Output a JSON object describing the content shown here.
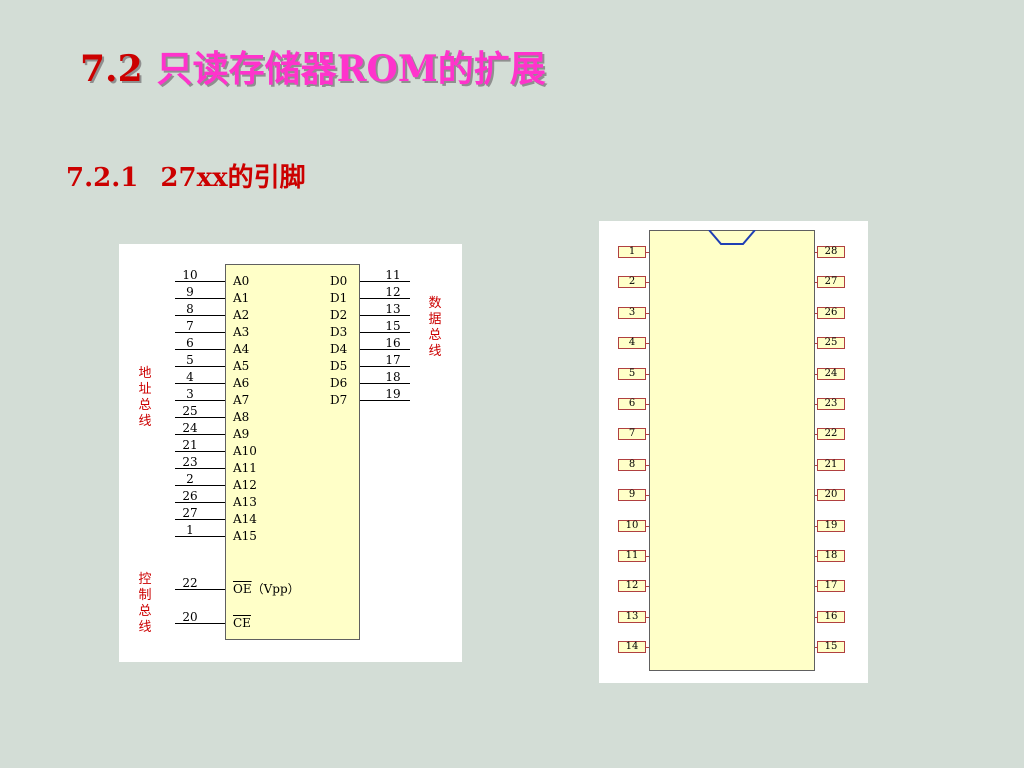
{
  "slide": {
    "title_number": "7.2",
    "title_text": "只读存储器ROM的扩展",
    "subtitle_number": "7.2.1",
    "subtitle_text": "27xx的引脚"
  },
  "pin_diagram": {
    "address_pins": [
      {
        "pin": "10",
        "name": "A0"
      },
      {
        "pin": "9",
        "name": "A1"
      },
      {
        "pin": "8",
        "name": "A2"
      },
      {
        "pin": "7",
        "name": "A3"
      },
      {
        "pin": "6",
        "name": "A4"
      },
      {
        "pin": "5",
        "name": "A5"
      },
      {
        "pin": "4",
        "name": "A6"
      },
      {
        "pin": "3",
        "name": "A7"
      },
      {
        "pin": "25",
        "name": "A8"
      },
      {
        "pin": "24",
        "name": "A9"
      },
      {
        "pin": "21",
        "name": "A10"
      },
      {
        "pin": "23",
        "name": "A11"
      },
      {
        "pin": "2",
        "name": "A12"
      },
      {
        "pin": "26",
        "name": "A13"
      },
      {
        "pin": "27",
        "name": "A14"
      },
      {
        "pin": "1",
        "name": "A15"
      }
    ],
    "data_pins": [
      {
        "pin": "11",
        "name": "D0"
      },
      {
        "pin": "12",
        "name": "D1"
      },
      {
        "pin": "13",
        "name": "D2"
      },
      {
        "pin": "15",
        "name": "D3"
      },
      {
        "pin": "16",
        "name": "D4"
      },
      {
        "pin": "17",
        "name": "D5"
      },
      {
        "pin": "18",
        "name": "D6"
      },
      {
        "pin": "19",
        "name": "D7"
      }
    ],
    "control_pins": [
      {
        "pin": "22",
        "name": "OE",
        "suffix": "（Vpp）"
      },
      {
        "pin": "20",
        "name": "CE",
        "suffix": ""
      }
    ],
    "address_bus_label": "地址总线",
    "data_bus_label": "数据总线",
    "control_bus_label": "控制总线"
  },
  "chip_diagram": {
    "left_pins": [
      "1",
      "2",
      "3",
      "4",
      "5",
      "6",
      "7",
      "8",
      "9",
      "10",
      "11",
      "12",
      "13",
      "14"
    ],
    "right_pins": [
      "28",
      "27",
      "26",
      "25",
      "24",
      "23",
      "22",
      "21",
      "20",
      "19",
      "18",
      "17",
      "16",
      "15"
    ]
  },
  "colors": {
    "background": "#d3ddd6",
    "title_number": "#cc0000",
    "title_text": "#ff33cc",
    "chip_fill": "#ffffc8",
    "bus_label": "#cc0000",
    "notch": "#1f3fb4"
  }
}
